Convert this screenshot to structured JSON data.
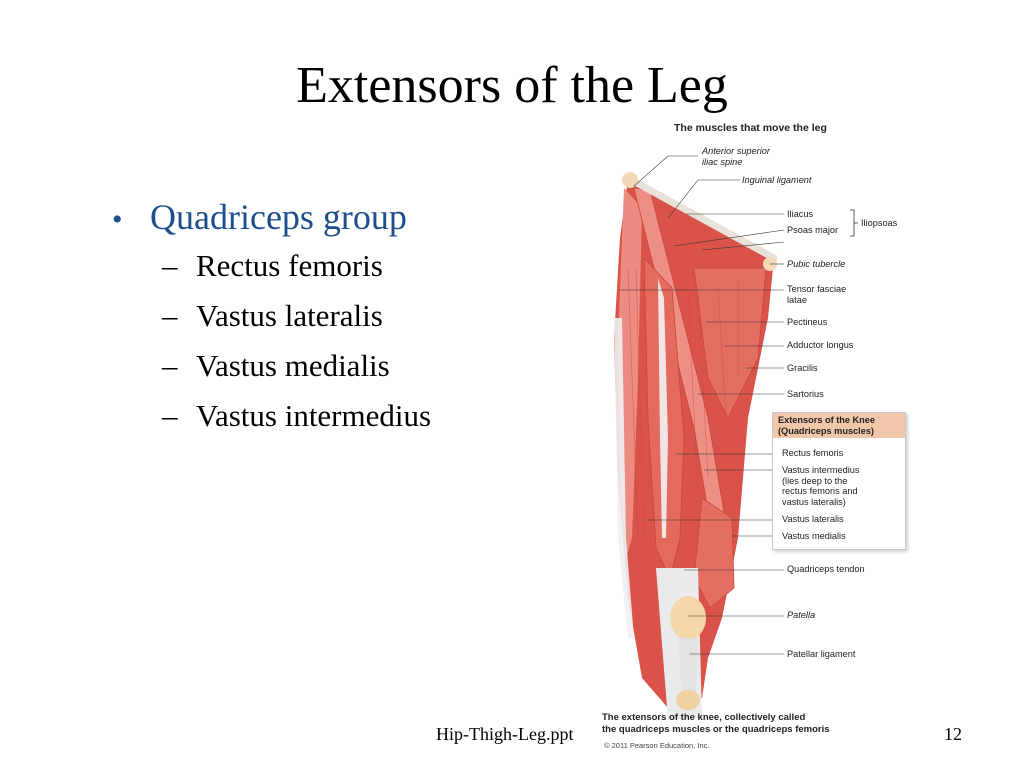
{
  "slide": {
    "title": "Extensors of the Leg",
    "bullet": "Quadriceps group",
    "subbullets": [
      "Rectus femoris",
      "Vastus lateralis",
      "Vastus medialis",
      "Vastus intermedius"
    ],
    "footer_file": "Hip-Thigh-Leg.ppt",
    "page_number": "12"
  },
  "figure": {
    "title": "The muscles that move the leg",
    "labels": {
      "asis": "Anterior superior\niliac spine",
      "inguinal": "Inguinal ligament",
      "iliacus": "Iliacus",
      "psoas": "Psoas major",
      "iliopsoas": "Iliopsoas",
      "pubic": "Pubic tubercle",
      "tensor": "Tensor fasciae\nlatae",
      "pectineus": "Pectineus",
      "adductor": "Adductor longus",
      "gracilis": "Gracilis",
      "sartorius": "Sartorius",
      "box_head": "Extensors of the Knee\n(Quadriceps muscles)",
      "rectus": "Rectus femoris",
      "intermedius": "Vastus intermedius\n(lies deep to the\nrectus femoris and\nvastus lateralis)",
      "lateralis": "Vastus lateralis",
      "medialis": "Vastus medialis",
      "quad_tendon": "Quadriceps tendon",
      "patella": "Patella",
      "patellar_lig": "Patellar ligament"
    },
    "caption": "The extensors of the knee, collectively called\nthe quadriceps muscles or the quadriceps femoris",
    "copyright": "© 2011 Pearson Education, Inc."
  },
  "colors": {
    "bullet_blue": "#1f4e8c",
    "muscle": "#e0655a",
    "tendon": "#e9eaec",
    "box_header": "#f0c7a9"
  }
}
